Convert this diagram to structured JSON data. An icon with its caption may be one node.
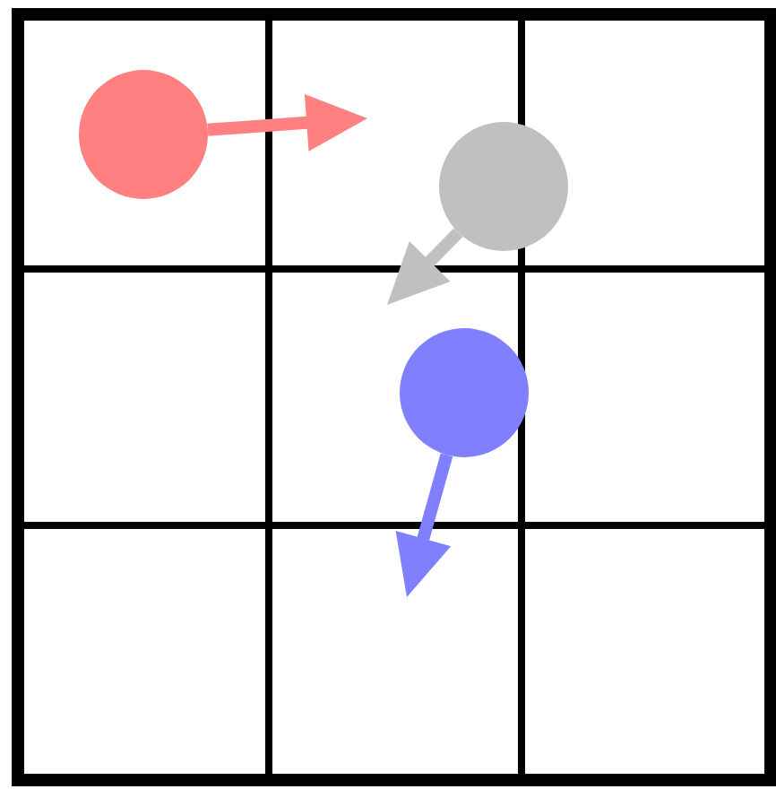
{
  "diagram": {
    "nodes": [
      {
        "text": [],
        "shape": "circle"
      },
      {
        "text": [],
        "shape": "circle"
      },
      {
        "text": [],
        "shape": "circle"
      }
    ],
    "edges": [
      {
        "from": 0,
        "to": null,
        "arrow": "to",
        "color": "#ff8080"
      },
      {
        "from": 1,
        "to": null,
        "arrow": "to",
        "color": "#c0c0c0"
      },
      {
        "from": 2,
        "to": null,
        "arrow": "to",
        "color": "#8080ff"
      }
    ]
  }
}
